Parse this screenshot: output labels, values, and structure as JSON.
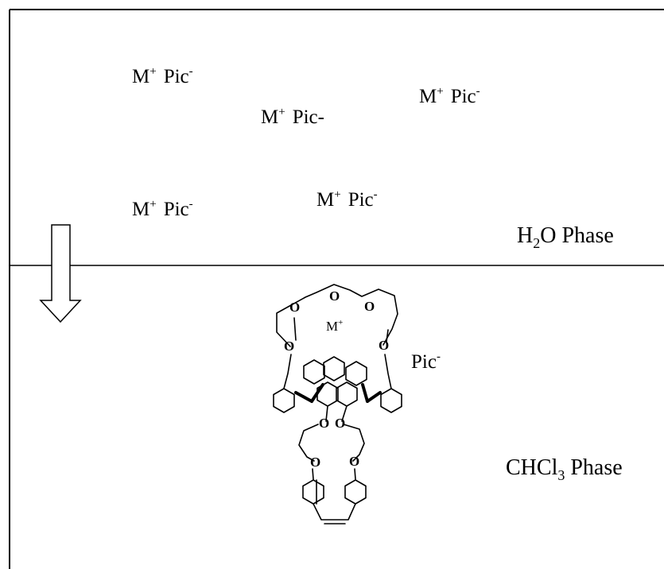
{
  "colors": {
    "ink": "#000000",
    "background": "#ffffff"
  },
  "aqueous_ions": [
    {
      "cation": "M",
      "cation_charge": "+",
      "anion": "Pic",
      "anion_charge": "-"
    },
    {
      "cation": "M",
      "cation_charge": "+",
      "anion": "Pic-",
      "anion_charge": ""
    },
    {
      "cation": "M",
      "cation_charge": "+",
      "anion": "Pic",
      "anion_charge": "-"
    },
    {
      "cation": "M",
      "cation_charge": "+",
      "anion": "Pic",
      "anion_charge": "-"
    },
    {
      "cation": "M",
      "cation_charge": "+",
      "anion": "Pic",
      "anion_charge": "-"
    }
  ],
  "water_phase": {
    "h": "H",
    "sub": "2",
    "rest": "O Phase"
  },
  "organic_phase": {
    "prefix": "CHCl",
    "sub": "3",
    "rest": " Phase"
  },
  "complex": {
    "oxygen": "O",
    "cation": "M",
    "cation_charge": "+",
    "anion": "Pic",
    "anion_charge": "-"
  },
  "icons": {
    "arrow": "down-arrow-icon"
  }
}
